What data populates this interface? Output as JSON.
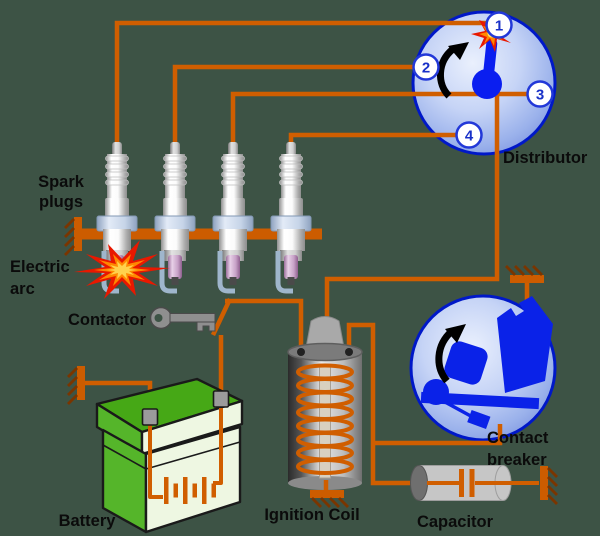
{
  "labels": {
    "spark_plugs": [
      "Spark",
      "plugs"
    ],
    "electric_arc": [
      "Electric",
      "arc"
    ],
    "contactor": "Contactor",
    "battery": "Battery",
    "ignition_coil": "Ignition Coil",
    "capacitor": "Capacitor",
    "contact_breaker": [
      "Contact",
      "breaker"
    ],
    "distributor": "Distributor"
  },
  "distributor_terminals": [
    "1",
    "2",
    "3",
    "4"
  ],
  "colors": {
    "background": "#3D5345",
    "wire_orange": "#D05E00",
    "engine_block": "#CC5C00",
    "component_blue": "#0A22E8",
    "circle_border": "#0018C8",
    "battery_green": "#46A816",
    "battery_pale": "#EEF7E2",
    "arc_red": "#E81800",
    "arc_orange": "#FF8800",
    "arc_yellow": "#FFD24D",
    "key_gray": "#8F8F8F"
  }
}
